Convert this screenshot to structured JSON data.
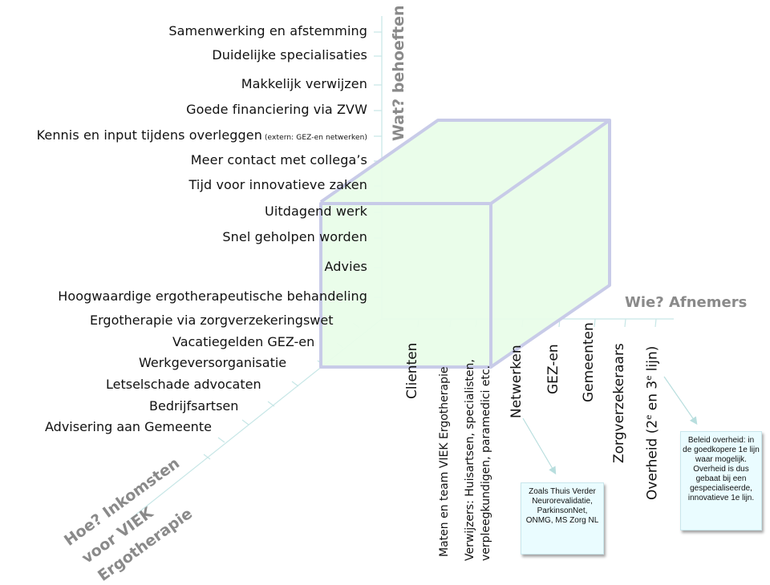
{
  "axes": {
    "what_title": "Wat? behoeften",
    "who_title": "Wie? Afnemers",
    "how_title_lines": [
      "Hoe? Inkomsten",
      "voor VIEK",
      "Ergotherapie"
    ]
  },
  "needs": [
    {
      "label": "Samenwerking en afstemming"
    },
    {
      "label": "Duidelijke specialisaties"
    },
    {
      "label": "Makkelijk verwijzen"
    },
    {
      "label": "Goede financiering via ZVW"
    },
    {
      "label": "Kennis en input tijdens overleggen",
      "note": "(extern: GEZ-en netwerken)"
    },
    {
      "label": "Meer contact met collega’s"
    },
    {
      "label": "Tijd voor innovatieve zaken"
    },
    {
      "label": "Uitdagend werk"
    },
    {
      "label": "Snel geholpen worden"
    },
    {
      "label": "Advies"
    },
    {
      "label": "Hoogwaardige ergotherapeutische behandeling"
    }
  ],
  "incomes": [
    {
      "label": "Ergotherapie via zorgverzekeringswet"
    },
    {
      "label": "Vacatiegelden GEZ-en"
    },
    {
      "label": "Werkgeversorganisatie"
    },
    {
      "label": "Letselschade advocaten"
    },
    {
      "label": "Bedrijfsartsen"
    },
    {
      "label": "Advisering aan Gemeente"
    }
  ],
  "customers": [
    {
      "label": "Clienten"
    },
    {
      "label": "Maten en team VIEK Ergotherapie"
    },
    {
      "label": "Verwijzers: Huisartsen, specialisten,",
      "label2": "verpleegkundigen, paramedici etc."
    },
    {
      "label": "Netwerken"
    },
    {
      "label": "GEZ-en"
    },
    {
      "label": "Gemeenten"
    },
    {
      "label": "Zorgverzekeraars"
    },
    {
      "label": "Overheid (2",
      "sup1": "e",
      "mid": " en 3",
      "sup2": "e",
      "end": " lijn)"
    }
  ],
  "notes": {
    "networks": "Zoals Thuis Verder Neurorevalidatie, ParkinsonNet, ONMG, MS Zorg NL",
    "government": "Beleid overheid: in de goedkopere 1e lijn waar mogelijk. Overheid is dus gebaat bij een gespecialiseerde, innovatieve 1e lijn."
  },
  "colors": {
    "cube_fill": "#e9fde9",
    "cube_edge": "#c8cbe8",
    "axis_line": "#c6e6e6",
    "axis_title": "#8a8a8a",
    "note_bg": "#eafcff"
  }
}
